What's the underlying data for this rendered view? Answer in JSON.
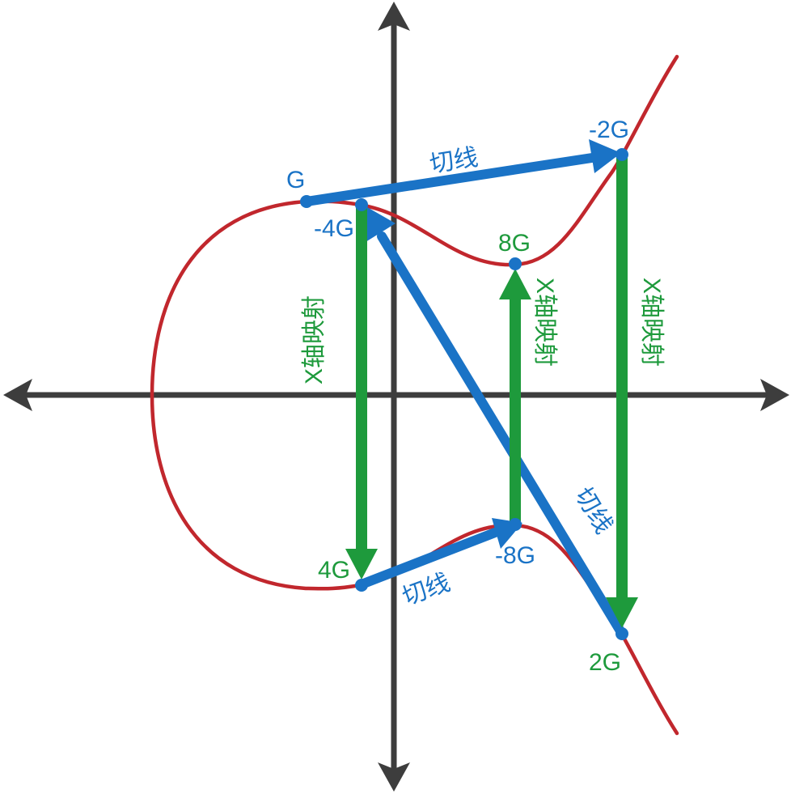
{
  "points": {
    "G": "G",
    "neg_2G": "-2G",
    "neg_4G": "-4G",
    "p8G": "8G",
    "p4G": "4G",
    "neg_8G": "-8G",
    "p2G": "2G"
  },
  "arrows": {
    "tangent_top": "切线",
    "tangent_bottom": "切线",
    "tangent_diagonal": "切线",
    "reflect_left": "X轴映射",
    "reflect_mid": "X轴映射",
    "reflect_right": "X轴映射"
  },
  "colors": {
    "axis": "#3d3d3d",
    "curve": "#c1272d",
    "tangent": "#1a73c6",
    "reflection": "#1e9a3c"
  }
}
